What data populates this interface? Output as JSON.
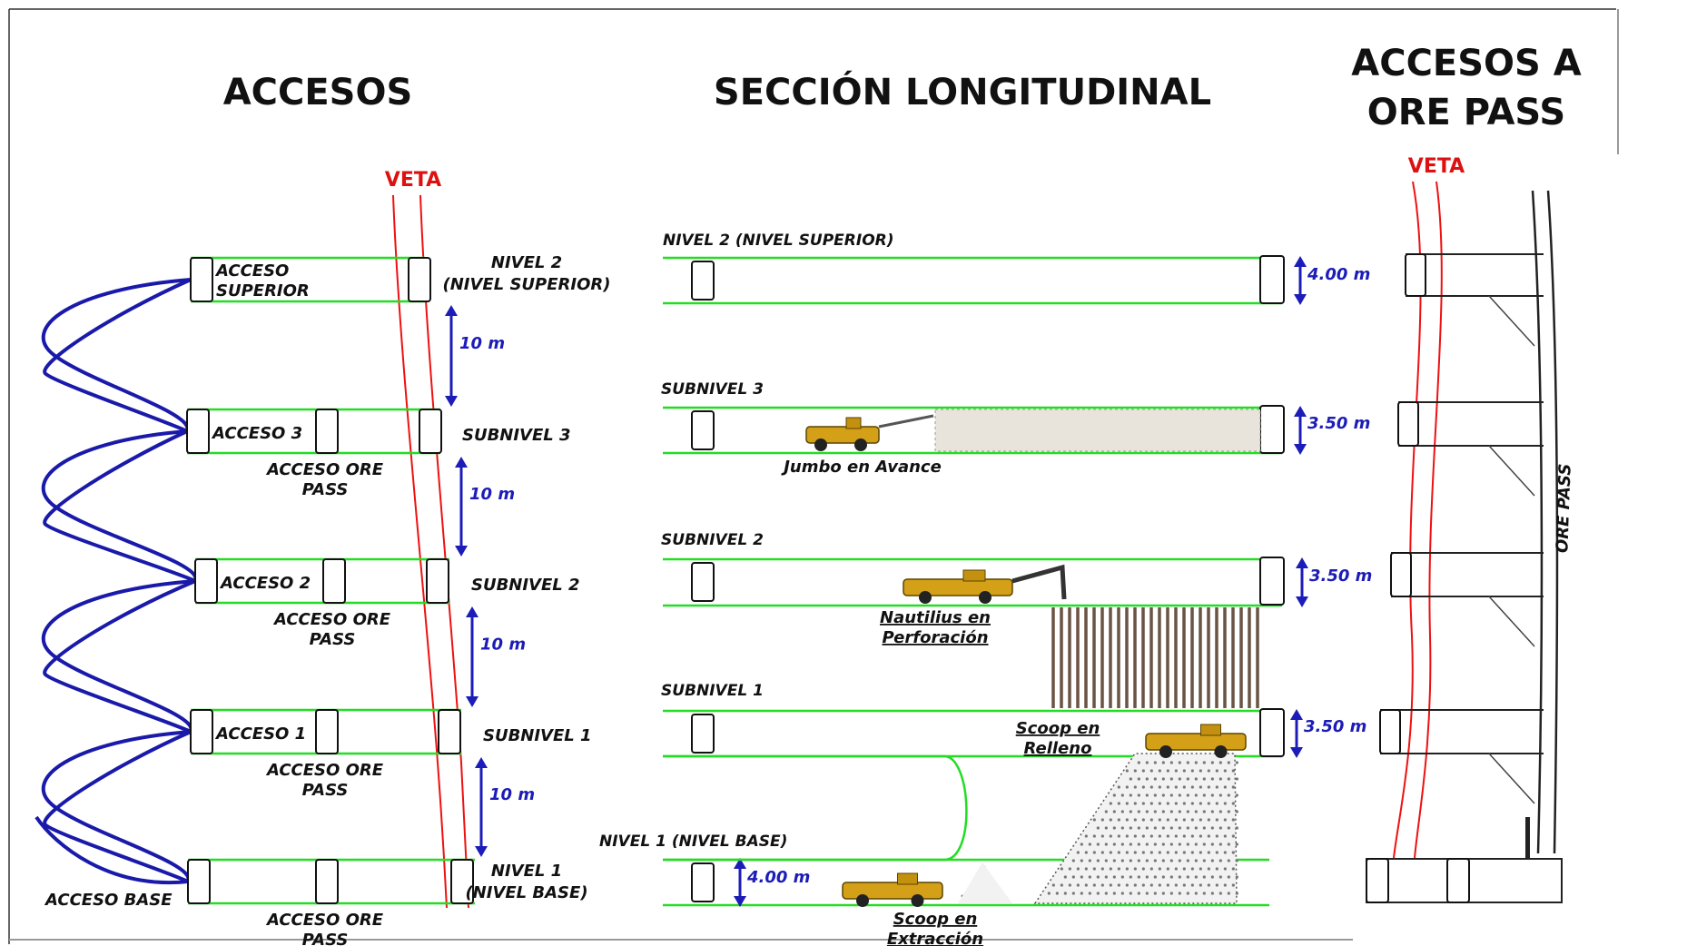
{
  "headings": {
    "accesos": "ACCESOS",
    "seccion": "SECCIÓN LONGITUDINAL",
    "ore_pass_line1": "ACCESOS A",
    "ore_pass_line2": "ORE PASS"
  },
  "accesos": {
    "veta_label": "VETA",
    "levels": [
      {
        "access_lines": [
          "ACCESO",
          "SUPERIOR"
        ],
        "level_lines": [
          "NIVEL 2",
          "(NIVEL SUPERIOR)"
        ],
        "ore_pass_lines": []
      },
      {
        "access_lines": [
          "ACCESO 3"
        ],
        "level_lines": [
          "SUBNIVEL 3"
        ],
        "ore_pass_lines": [
          "ACCESO ORE",
          "PASS"
        ]
      },
      {
        "access_lines": [
          "ACCESO 2"
        ],
        "level_lines": [
          "SUBNIVEL 2"
        ],
        "ore_pass_lines": [
          "ACCESO ORE",
          "PASS"
        ]
      },
      {
        "access_lines": [
          "ACCESO 1"
        ],
        "level_lines": [
          "SUBNIVEL 1"
        ],
        "ore_pass_lines": [
          "ACCESO ORE",
          "PASS"
        ]
      },
      {
        "access_lines": [
          "ACCESO BASE"
        ],
        "level_lines": [
          "NIVEL 1",
          "(NIVEL BASE)"
        ],
        "ore_pass_lines": [
          "ACCESO ORE",
          "PASS"
        ]
      }
    ],
    "spacings": [
      "10 m",
      "10 m",
      "10 m",
      "10 m"
    ]
  },
  "seccion": {
    "levels": [
      {
        "title": "NIVEL 2 (NIVEL SUPERIOR)",
        "height": "4.00 m"
      },
      {
        "title": "SUBNIVEL 3",
        "height": "3.50 m"
      },
      {
        "title": "SUBNIVEL 2",
        "height": "3.50 m"
      },
      {
        "title": "SUBNIVEL 1",
        "height": "3.50 m"
      },
      {
        "title": "NIVEL 1 (NIVEL BASE)",
        "height": "4.00 m"
      }
    ],
    "equipment": [
      {
        "lines": [
          "Jumbo en Avance"
        ]
      },
      {
        "lines": [
          "Nautilius en",
          "Perforación"
        ]
      },
      {
        "lines": [
          "Scoop en",
          "Relleno"
        ]
      },
      {
        "lines": [
          "Scoop en",
          "Extracción"
        ]
      }
    ]
  },
  "ore_pass": {
    "veta_label": "VETA",
    "ore_pass_label": "ORE PASS"
  },
  "colors": {
    "level_line": "#22dd22",
    "vein": "#ee1111",
    "ramp": "#1a1aaa",
    "dimension": "#1c1cb8",
    "veta_text": "#dd1111"
  }
}
